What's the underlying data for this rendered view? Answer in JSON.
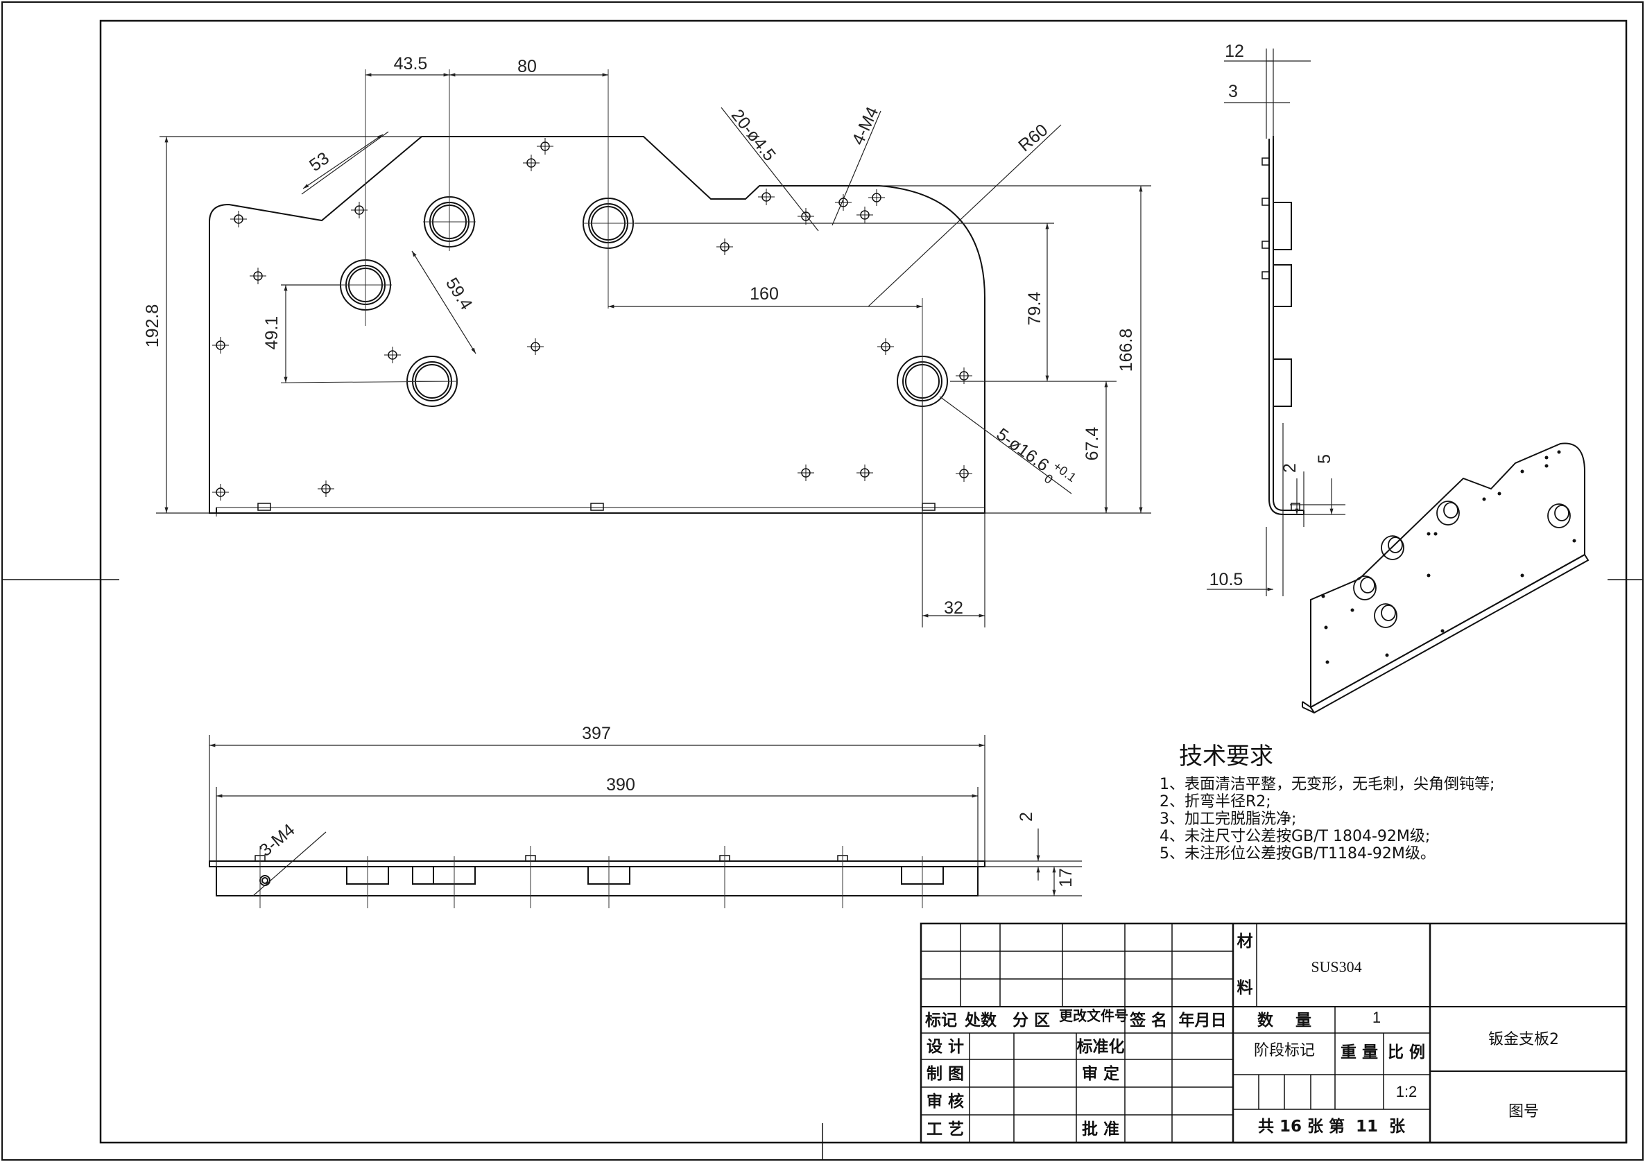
{
  "dimensions": {
    "top_43_5": "43.5",
    "top_80": "80",
    "hole_spec_20": "20-ø4.5",
    "hole_spec_4m4": "4-M4",
    "radius_r60": "R60",
    "diag_53": "53",
    "height_192_8": "192.8",
    "diag_59_4": "59.4",
    "vert_49_1": "49.1",
    "horiz_160": "160",
    "vert_79_4": "79.4",
    "vert_166_8": "166.8",
    "vert_67_4": "67.4",
    "hole_spec_5": "5-ø16.6",
    "tol_upper": "+0.1",
    "tol_lower": "0",
    "bottom_32": "32",
    "side_12": "12",
    "side_3": "3",
    "side_2": "2",
    "side_5": "5",
    "side_10_5": "10.5",
    "front_397": "397",
    "front_390": "390",
    "front_3m4": "3-M4",
    "front_2": "2",
    "front_17": "17"
  },
  "requirements": {
    "title": "技术要求",
    "items": [
      "1、表面清洁平整，无变形，无毛刺，尖角倒钝等;",
      "2、折弯半径R2;",
      "3、加工完脱脂洗净;",
      "4、未注尺寸公差按GB/T 1804-92M级;",
      "5、未注形位公差按GB/T1184-92M级。"
    ]
  },
  "title_block": {
    "material_label_1": "材",
    "material_label_2": "料",
    "material": "SUS304",
    "headers": [
      "标记",
      "处数",
      "分 区",
      "更改文件号",
      "签 名",
      "年月日"
    ],
    "row_design": "设 计",
    "row_draw": "制 图",
    "row_review": "审 核",
    "row_process": "工 艺",
    "standardize": "标准化",
    "audit": "审 定",
    "approve": "批 准",
    "qty_label": "数    量",
    "qty_value": "1",
    "stage_label": "阶段标记",
    "weight_label": "重 量",
    "scale_label": "比 例",
    "scale_value": "1:2",
    "sheets_text": "共 16 张 第  11  张",
    "part_name": "钣金支板2",
    "drawing_no_label": "图号"
  }
}
